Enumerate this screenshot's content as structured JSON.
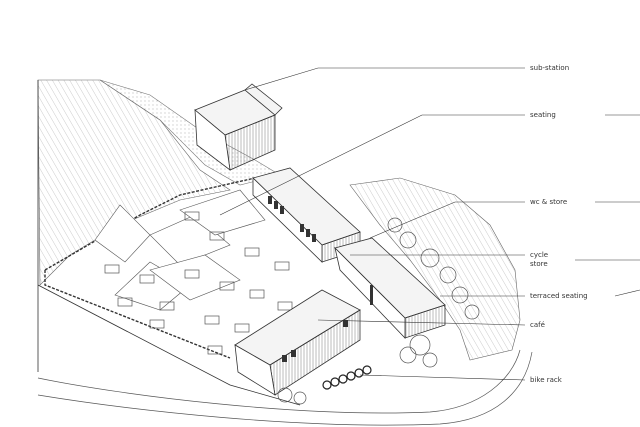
{
  "labels": {
    "sub_station": "sub-station",
    "seating": "seating",
    "wc_store": "wc & store",
    "cycle_store_line1": "cycle",
    "cycle_store_line2": "store",
    "terraced_seating": "terraced seating",
    "cafe": "café",
    "bike_rack": "bike rack"
  }
}
